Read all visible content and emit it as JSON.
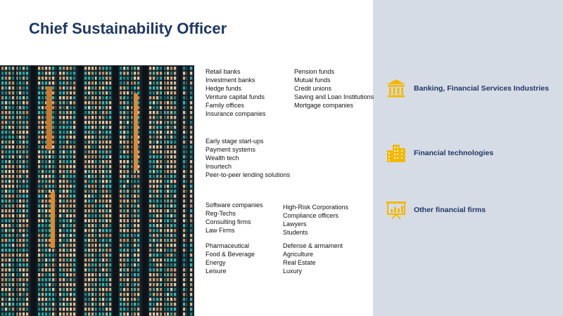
{
  "slide": {
    "title": "Chief Sustainability Officer"
  },
  "lists": {
    "banking_col1": [
      "Retail banks",
      "Investment banks",
      "Hedge funds",
      "Venture capital funds",
      "Family offices",
      "Insurance companies"
    ],
    "banking_col2": [
      "Pension funds",
      "Mutual funds",
      "Credit unions",
      "Saving and Loan Institutions",
      "Mortgage companies"
    ],
    "fintech": [
      "Early stage start-ups",
      "Payment systems",
      "Wealth tech",
      "Insurtech",
      "Peer-to-peer lending solutions"
    ],
    "other_col1a": [
      "Software companies",
      "Reg-Techs",
      "Consulting firms",
      "Law Firms"
    ],
    "other_col2a": [
      "High-Risk Corporations",
      "Compliance officers",
      "Lawyers",
      "Students"
    ],
    "other_col1b": [
      "Pharmaceutical",
      "Food & Beverage",
      "Energy",
      "Leisure"
    ],
    "other_col2b": [
      "Defense & armament",
      "Agriculture",
      "Real Estate",
      "Luxury"
    ]
  },
  "categories": {
    "banking": "Banking, Financial Services Industries",
    "fintech": "Financial technologies",
    "other": "Other financial firms"
  },
  "icons": {
    "banking": "bank-building-icon",
    "fintech": "city-buildings-icon",
    "other": "presentation-board-icon"
  },
  "colors": {
    "accent": "#1f3864",
    "icon": "#f5b800",
    "panel": "#d6dce6"
  }
}
